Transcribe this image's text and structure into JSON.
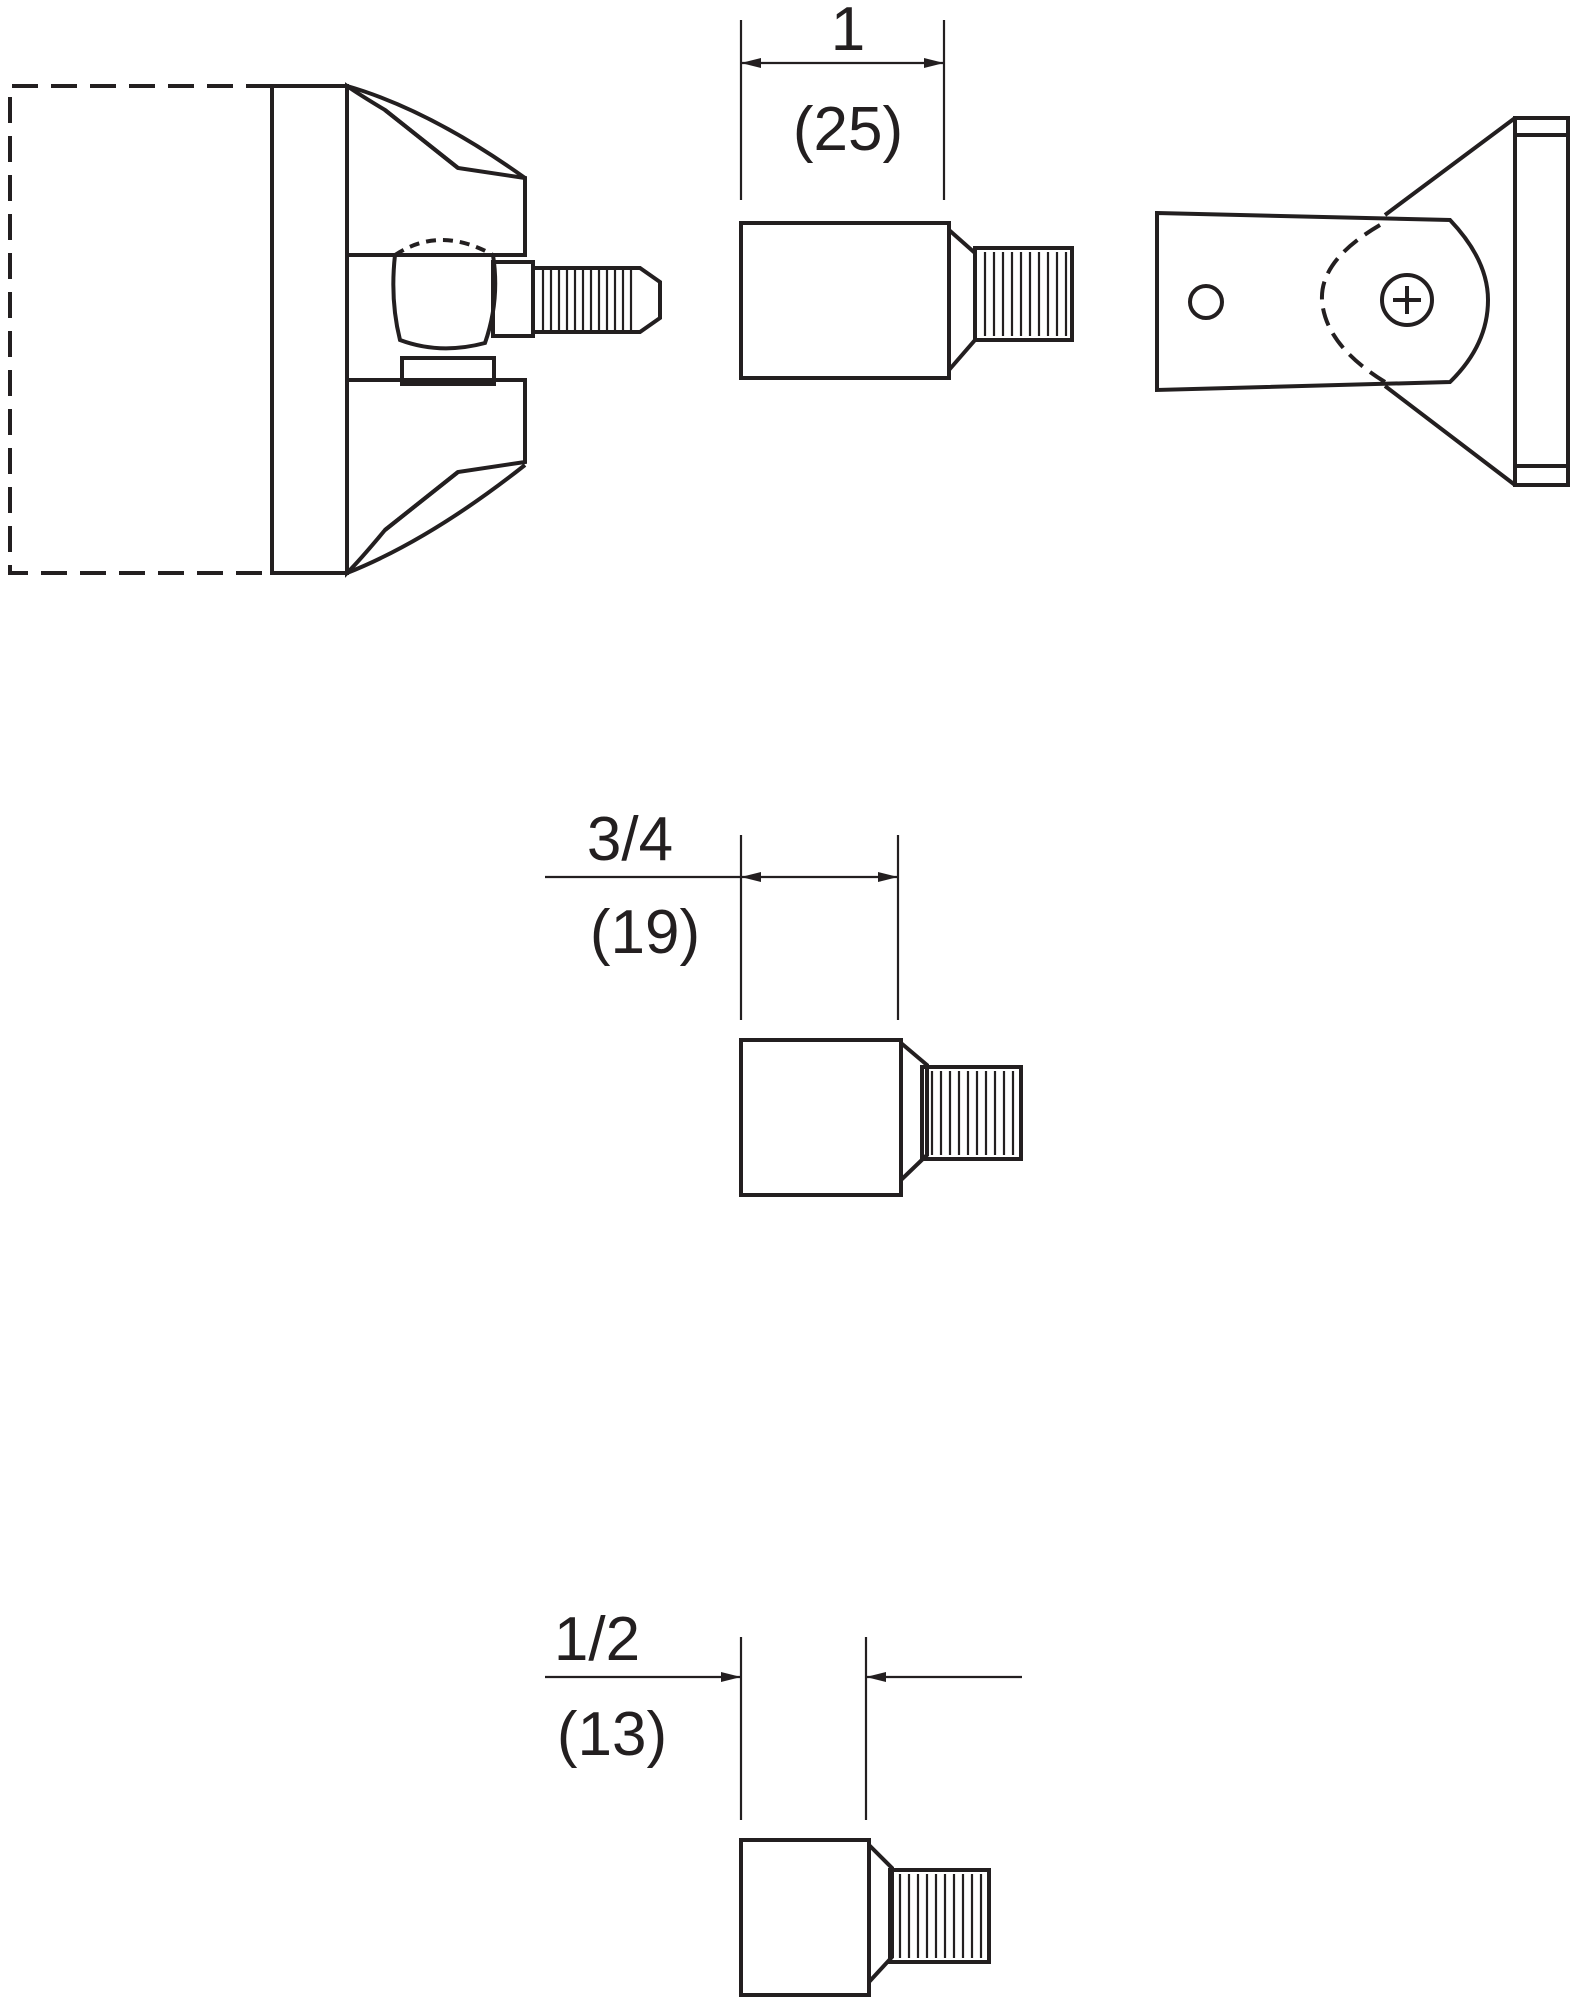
{
  "drawing": {
    "line_color": "#231f20",
    "background": "#ffffff"
  },
  "dimensions": [
    {
      "inch": "1",
      "mm": "(25)"
    },
    {
      "inch": "3/4",
      "mm": "(19)"
    },
    {
      "inch": "1/2",
      "mm": "(13)"
    }
  ]
}
